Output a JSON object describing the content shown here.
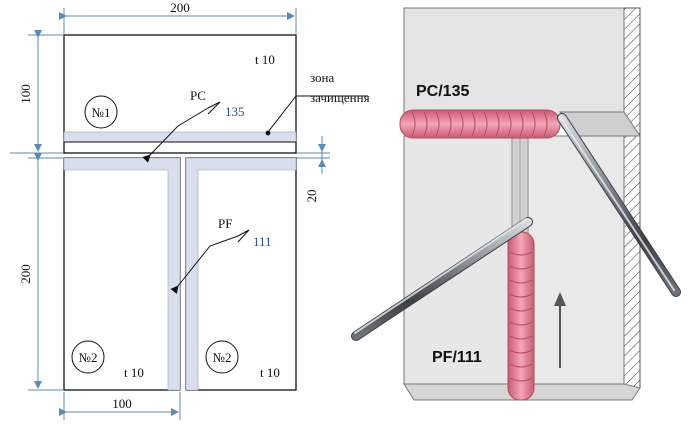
{
  "dimensions": {
    "top_width": "200",
    "left_height_top": "100",
    "left_height_bottom": "200",
    "gap": "20",
    "bottom_width": "100"
  },
  "plates": {
    "plate1": {
      "number": "№1",
      "thickness": "t 10"
    },
    "plate2_left": {
      "number": "№2",
      "thickness": "t 10"
    },
    "plate2_right": {
      "number": "№2",
      "thickness": "t 10"
    }
  },
  "weld_symbols": {
    "horizontal": {
      "position": "PC",
      "process": "135"
    },
    "vertical": {
      "position": "PF",
      "process": "111"
    }
  },
  "cleaning_zone": {
    "line1": "зона",
    "line2": "зачищення"
  },
  "photo_labels": {
    "horizontal_weld": "PC/135",
    "vertical_weld": "PF/111"
  },
  "colors": {
    "zone_fill": "#d7dfec",
    "weld_bead": "#e8889a",
    "dimension_line": "#5a8ab8",
    "symbol_text": "#1f4f8f"
  }
}
